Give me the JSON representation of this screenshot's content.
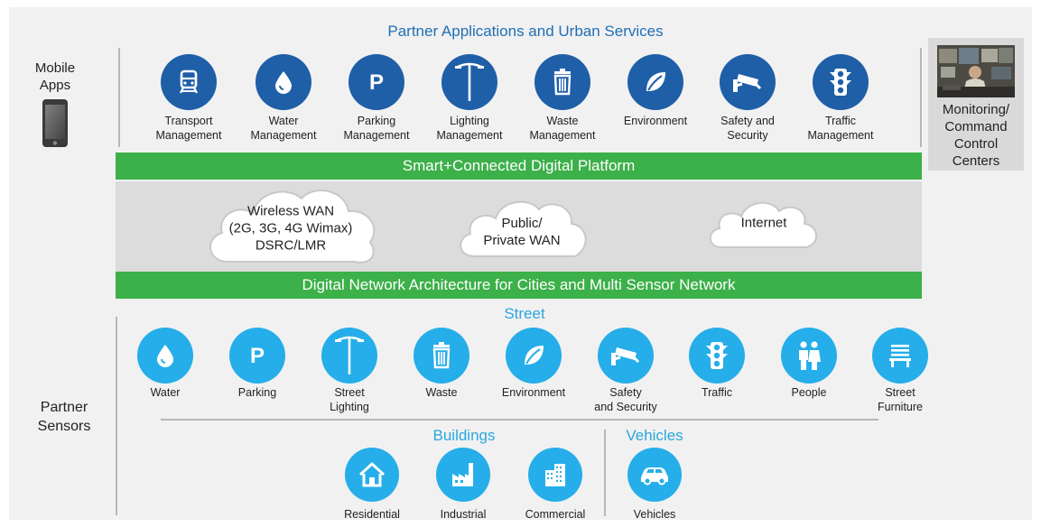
{
  "title": "Partner Applications and Urban Services",
  "mobile_apps": "Mobile\nApps",
  "monitoring": "Monitoring/\nCommand\nControl\nCenters",
  "applications": [
    {
      "label": "Transport\nManagement",
      "icon": "train-icon"
    },
    {
      "label": "Water\nManagement",
      "icon": "water-drop-icon"
    },
    {
      "label": "Parking\nManagement",
      "icon": "parking-icon"
    },
    {
      "label": "Lighting\nManagement",
      "icon": "street-light-icon"
    },
    {
      "label": "Waste\nManagement",
      "icon": "trash-bin-icon"
    },
    {
      "label": "Environment",
      "icon": "leaf-icon"
    },
    {
      "label": "Safety and\nSecurity",
      "icon": "security-camera-icon"
    },
    {
      "label": "Traffic\nManagement",
      "icon": "traffic-light-icon"
    }
  ],
  "platform_bar": "Smart+Connected Digital Platform",
  "clouds": [
    {
      "label": "Wireless WAN\n(2G, 3G, 4G Wimax)\nDSRC/LMR"
    },
    {
      "label": "Public/\nPrivate WAN"
    },
    {
      "label": "Internet"
    }
  ],
  "network_bar": "Digital Network Architecture for Cities and Multi Sensor Network",
  "partner_sensors": "Partner\nSensors",
  "street_title": "Street",
  "street_sensors": [
    {
      "label": "Water",
      "icon": "water-drop-icon"
    },
    {
      "label": "Parking",
      "icon": "parking-icon"
    },
    {
      "label": "Street\nLighting",
      "icon": "street-light-icon"
    },
    {
      "label": "Waste",
      "icon": "trash-bin-icon"
    },
    {
      "label": "Environment",
      "icon": "leaf-icon"
    },
    {
      "label": "Safety\nand Security",
      "icon": "security-camera-icon"
    },
    {
      "label": "Traffic",
      "icon": "traffic-light-icon"
    },
    {
      "label": "People",
      "icon": "people-icon"
    },
    {
      "label": "Street\nFurniture",
      "icon": "bench-icon"
    }
  ],
  "buildings_title": "Buildings",
  "buildings": [
    {
      "label": "Residential",
      "icon": "house-icon"
    },
    {
      "label": "Industrial",
      "icon": "factory-icon"
    },
    {
      "label": "Commercial",
      "icon": "office-building-icon"
    }
  ],
  "vehicles_title": "Vehicles",
  "vehicles": [
    {
      "label": "Vehicles",
      "icon": "car-icon"
    }
  ],
  "colors": {
    "app_circle": "#1f5fa8",
    "sensor_circle": "#25aee9",
    "green_bar": "#3cb049",
    "title_blue": "#1f6fb5",
    "street_blue": "#2aa7df"
  }
}
